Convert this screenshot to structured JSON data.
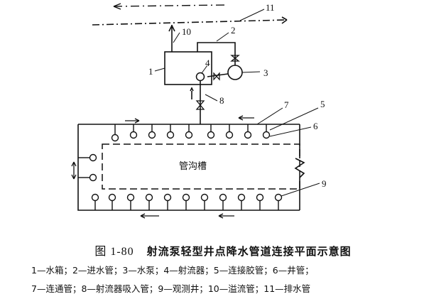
{
  "labels": {
    "n1": "1",
    "n2": "2",
    "n3": "3",
    "n4": "4",
    "n5": "5",
    "n6": "6",
    "n7": "7",
    "n8": "8",
    "n9": "9",
    "n10": "10",
    "n11": "11"
  },
  "trench_label": "管沟槽",
  "caption": {
    "number": "图 1-80",
    "title": "射流泵轻型井点降水管道连接平面示意图"
  },
  "legend": {
    "line1": "1—水箱；2—进水管；3—水泵；4—射流器；5—连接胶管；6—井管；",
    "line2": "7—连通管；8—射流器吸入管；9—观测井；10—溢流管；11—排水管"
  }
}
